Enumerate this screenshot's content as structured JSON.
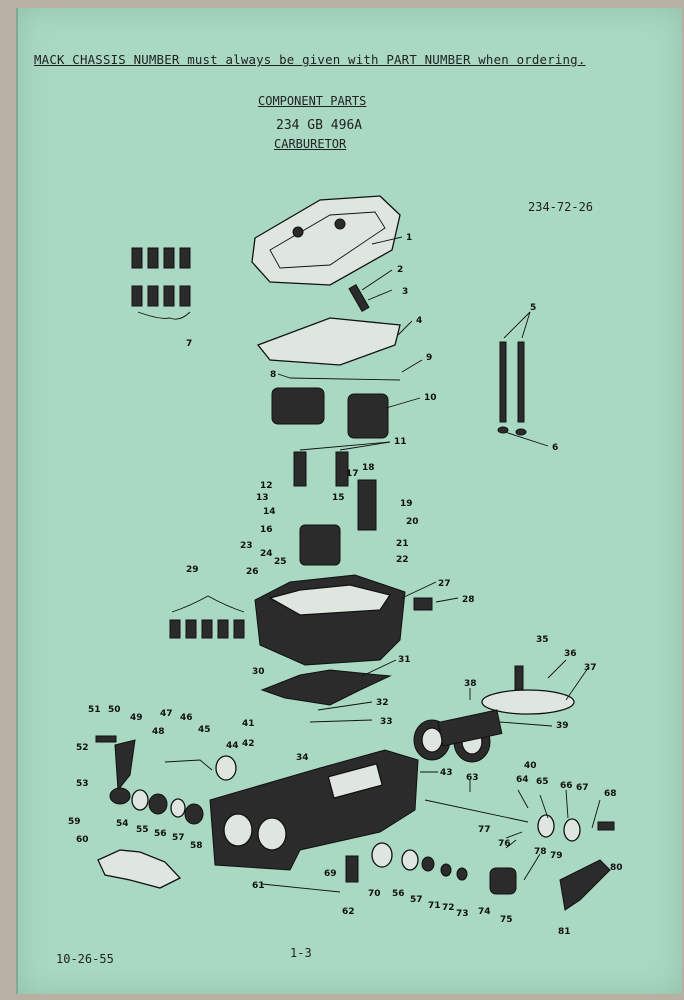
{
  "notice": "MACK CHASSIS NUMBER must always be given with PART NUMBER when ordering.",
  "heading": {
    "title": "COMPONENT PARTS",
    "part_number": "234 GB 496A",
    "name": "CARBURETOR"
  },
  "drawing_number": "234-72-26",
  "callouts": [
    "1",
    "2",
    "3",
    "4",
    "5",
    "6",
    "7",
    "8",
    "9",
    "10",
    "11",
    "12",
    "13",
    "14",
    "15",
    "16",
    "17",
    "18",
    "19",
    "20",
    "21",
    "22",
    "23",
    "24",
    "25",
    "26",
    "27",
    "28",
    "29",
    "30",
    "31",
    "32",
    "33",
    "34",
    "35",
    "36",
    "37",
    "38",
    "39",
    "40",
    "41",
    "42",
    "43",
    "44",
    "45",
    "46",
    "47",
    "48",
    "49",
    "50",
    "51",
    "52",
    "53",
    "54",
    "55",
    "56",
    "57",
    "58",
    "59",
    "60",
    "61",
    "62",
    "63",
    "64",
    "65",
    "66",
    "67",
    "68",
    "69",
    "70",
    "71",
    "72",
    "73",
    "74",
    "75",
    "76",
    "77",
    "78",
    "79",
    "80",
    "81"
  ],
  "footer": {
    "date": "10-26-55",
    "page": "1-3"
  }
}
